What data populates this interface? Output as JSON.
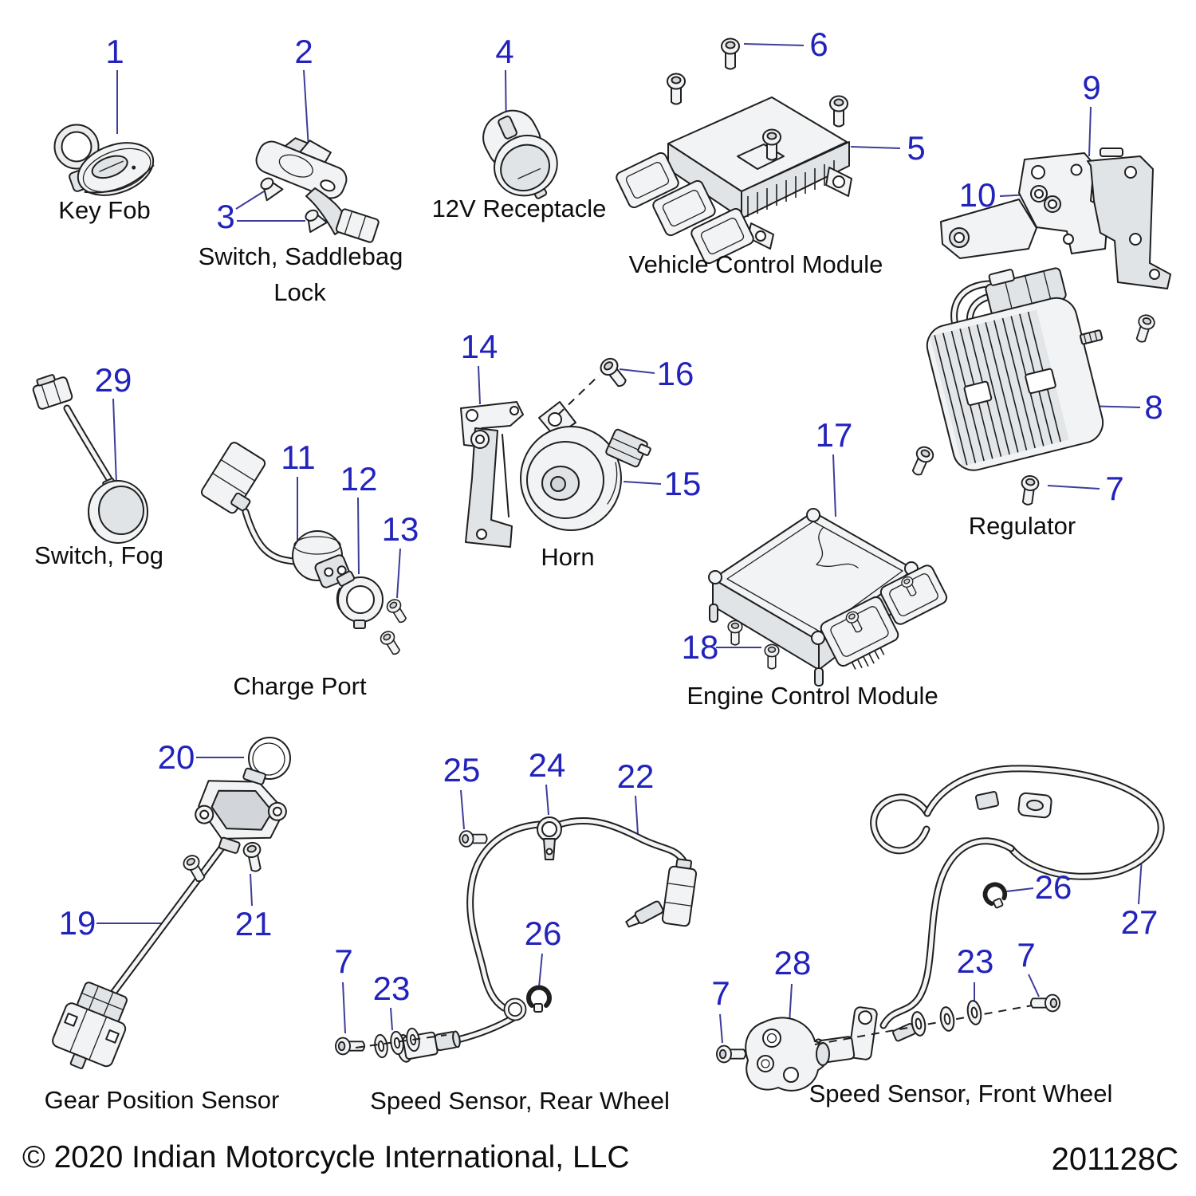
{
  "diagram": {
    "copyright": "© 2020 Indian Motorcycle International, LLC",
    "code": "201128C",
    "colors": {
      "callout": "#2222bc",
      "leader": "#3d3d99",
      "outline": "#1f1f1f",
      "label": "#0d0d0d",
      "bg": "#ffffff"
    }
  },
  "callouts": {
    "n1": "1",
    "n2": "2",
    "n3": "3",
    "n4": "4",
    "n5": "5",
    "n6": "6",
    "n7": "7",
    "n8": "8",
    "n9": "9",
    "n10": "10",
    "n11": "11",
    "n12": "12",
    "n13": "13",
    "n14": "14",
    "n15": "15",
    "n16": "16",
    "n17": "17",
    "n18": "18",
    "n19": "19",
    "n20": "20",
    "n21": "21",
    "n22": "22",
    "n23": "23",
    "n24": "24",
    "n25": "25",
    "n26": "26",
    "n27": "27",
    "n28": "28",
    "n29": "29"
  },
  "parts": [
    {
      "id": "key-fob",
      "lines": [
        "Key Fob"
      ],
      "callouts": [
        "1"
      ]
    },
    {
      "id": "saddlebag-lock-switch",
      "lines": [
        "Switch, Saddlebag",
        "Lock"
      ],
      "callouts": [
        "2",
        "3"
      ]
    },
    {
      "id": "receptacle-12v",
      "lines": [
        "12V Receptacle"
      ],
      "callouts": [
        "4"
      ]
    },
    {
      "id": "vehicle-control-module",
      "lines": [
        "Vehicle Control Module"
      ],
      "callouts": [
        "5",
        "6"
      ]
    },
    {
      "id": "mounting-bracket",
      "lines": [],
      "callouts": [
        "9",
        "10"
      ]
    },
    {
      "id": "regulator",
      "lines": [
        "Regulator"
      ],
      "callouts": [
        "7",
        "8"
      ]
    },
    {
      "id": "switch-fog",
      "lines": [
        "Switch, Fog"
      ],
      "callouts": [
        "29"
      ]
    },
    {
      "id": "charge-port",
      "lines": [
        "Charge Port"
      ],
      "callouts": [
        "11",
        "12",
        "13"
      ]
    },
    {
      "id": "horn",
      "lines": [
        "Horn"
      ],
      "callouts": [
        "14",
        "15",
        "16"
      ]
    },
    {
      "id": "engine-control-module",
      "lines": [
        "Engine Control Module"
      ],
      "callouts": [
        "17",
        "18"
      ]
    },
    {
      "id": "gear-position-sensor",
      "lines": [
        "Gear Position Sensor"
      ],
      "callouts": [
        "19",
        "20",
        "21"
      ]
    },
    {
      "id": "speed-sensor-rear",
      "lines": [
        "Speed Sensor, Rear Wheel"
      ],
      "callouts": [
        "7",
        "22",
        "23",
        "24",
        "25",
        "26"
      ]
    },
    {
      "id": "speed-sensor-front",
      "lines": [
        "Speed Sensor, Front Wheel"
      ],
      "callouts": [
        "7",
        "23",
        "26",
        "27",
        "28"
      ]
    }
  ]
}
